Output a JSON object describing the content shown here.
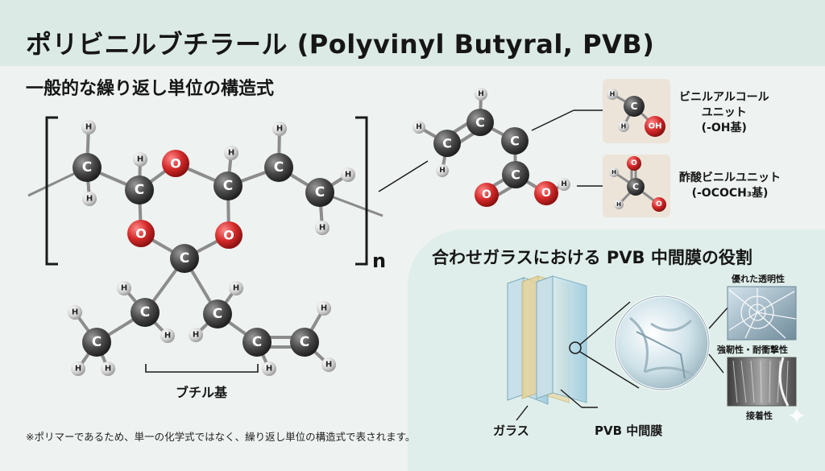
{
  "header": {
    "title": "ポリビニルブチラール (Polyvinyl Butyral, PVB)"
  },
  "structure": {
    "subtitle": "一般的な繰り返し単位の構造式",
    "repeat_subscript": "n",
    "butyl_label": "ブチル基",
    "atoms": {
      "carbon": "C",
      "oxygen": "O",
      "hydrogen": "H",
      "hydroxyl": "OH"
    }
  },
  "units": {
    "vinyl_alcohol": "ビニルアルコール\nユニット\n(-OH基)",
    "vinyl_acetate": "酢酸ビニルユニット\n(-OCOCH₃基)"
  },
  "laminated_glass": {
    "title": "合わせガラスにおける PVB 中間膜の役割",
    "glass_label": "ガラス",
    "pvb_label": "PVB 中間膜",
    "property_1": "優れた透明性",
    "property_2": "強靭性・耐衝撃性",
    "property_3": "接着性"
  },
  "footnote": "※ポリマーであるため、単一の化学式ではなく、繰り返し単位の構造式で表されます。",
  "colors": {
    "carbon": "#4a4a4a",
    "oxygen": "#d42a2a",
    "hydrogen": "#d9d9d9",
    "band": "#dceae6",
    "panel": "#dfeeea"
  }
}
